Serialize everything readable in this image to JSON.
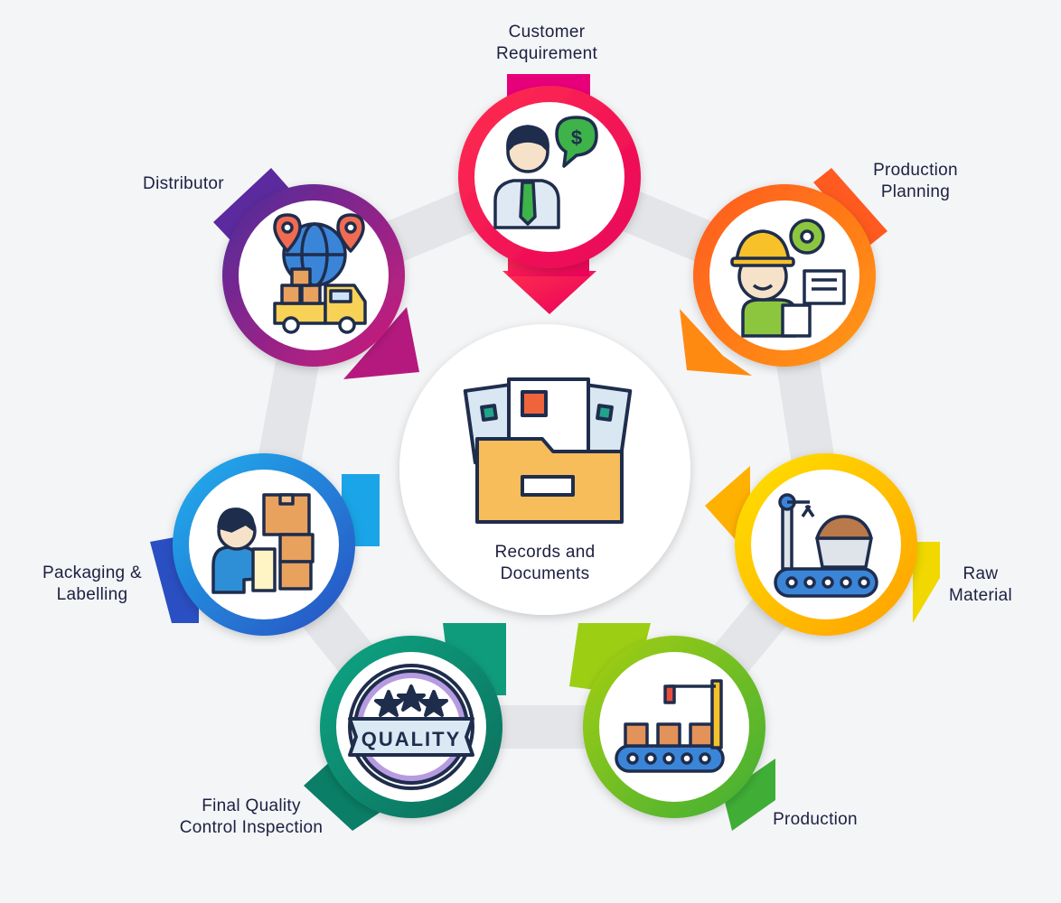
{
  "center": {
    "label": "Records and\nDocuments"
  },
  "steps": [
    {
      "label": "Customer\nRequirement",
      "icon": "customer-person-dollar-icon",
      "color_a": "#e8005c",
      "color_b": "#ff2f4e"
    },
    {
      "label": "Production\nPlanning",
      "icon": "engineer-planning-icon",
      "color_a": "#ff5a1f",
      "color_b": "#ff9a12"
    },
    {
      "label": "Raw\nMaterial",
      "icon": "raw-material-conveyor-icon",
      "color_a": "#ff9f00",
      "color_b": "#ffe200"
    },
    {
      "label": "Production",
      "icon": "production-conveyor-icon",
      "color_a": "#a6cf12",
      "color_b": "#3fae36"
    },
    {
      "label": "Final Quality\nControl Inspection",
      "icon": "quality-stamp-icon",
      "color_a": "#0f9c7c",
      "color_b": "#0a6c5a"
    },
    {
      "label": "Packaging &\nLabelling",
      "icon": "packaging-worker-icon",
      "color_a": "#1aa5e8",
      "color_b": "#2958c8"
    },
    {
      "label": "Distributor",
      "icon": "distribution-globe-truck-icon",
      "color_a": "#5b2a9e",
      "color_b": "#d21c78"
    }
  ]
}
